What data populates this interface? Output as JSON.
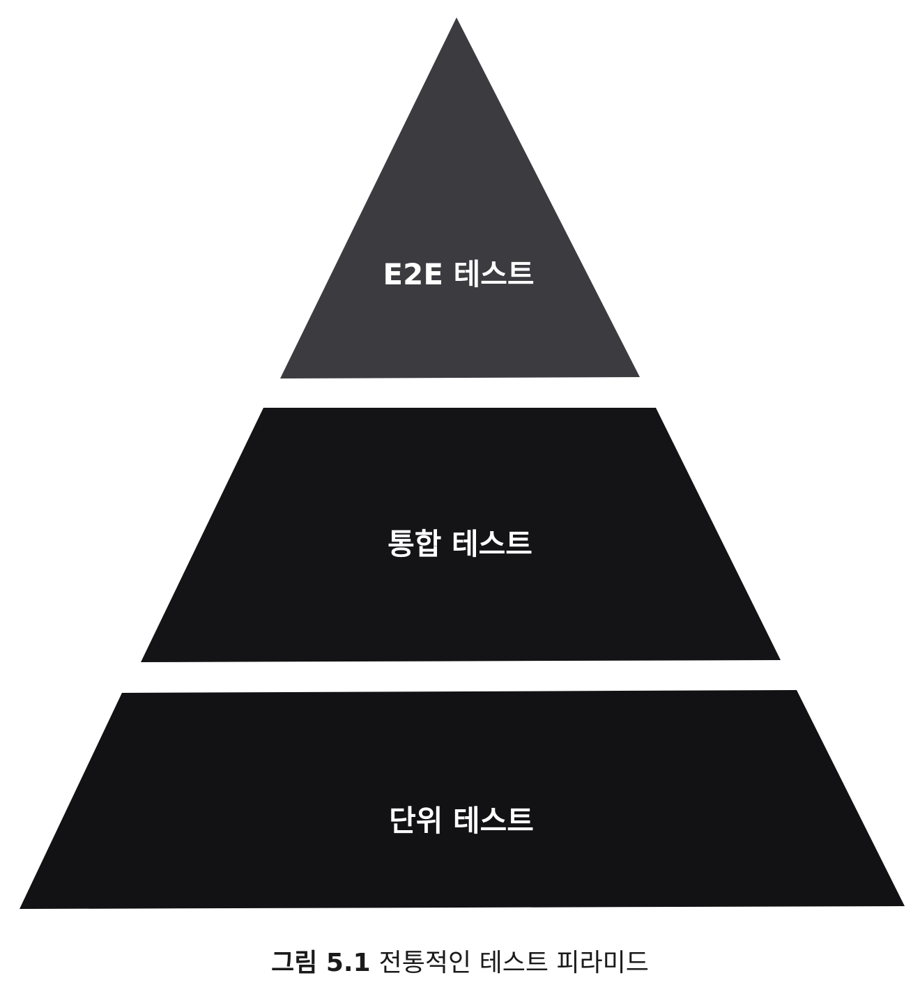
{
  "pyramid": {
    "layers": [
      {
        "label": "E2E 테스트",
        "color": "#3c3b40"
      },
      {
        "label": "통합 테스트",
        "color": "#141416"
      },
      {
        "label": "단위 테스트",
        "color": "#121214"
      }
    ]
  },
  "caption": {
    "number": "그림 5.1",
    "text": "전통적인 테스트 피라미드"
  }
}
